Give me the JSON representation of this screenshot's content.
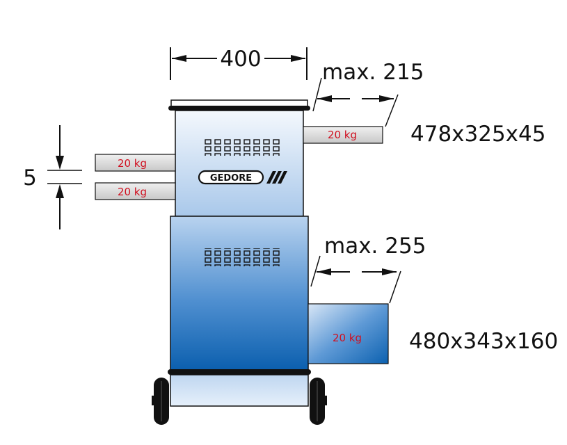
{
  "dimensions": {
    "width": "400",
    "max_top": "max. 215",
    "max_bottom": "max. 255",
    "spacing": "5",
    "drawer_top_size": "478x325x45",
    "drawer_bottom_size": "480x343x160"
  },
  "loads": {
    "side_top": "20 kg",
    "left_upper": "20 kg",
    "left_lower": "20 kg",
    "side_bottom": "20 kg"
  },
  "brand": {
    "logo_text": "GEDORE"
  },
  "colors": {
    "cabinet_light": "#e4eefa",
    "cabinet_mid": "#6fa3d8",
    "cabinet_dark": "#0d63b2",
    "load_label": "#d01020",
    "outline": "#111111"
  }
}
